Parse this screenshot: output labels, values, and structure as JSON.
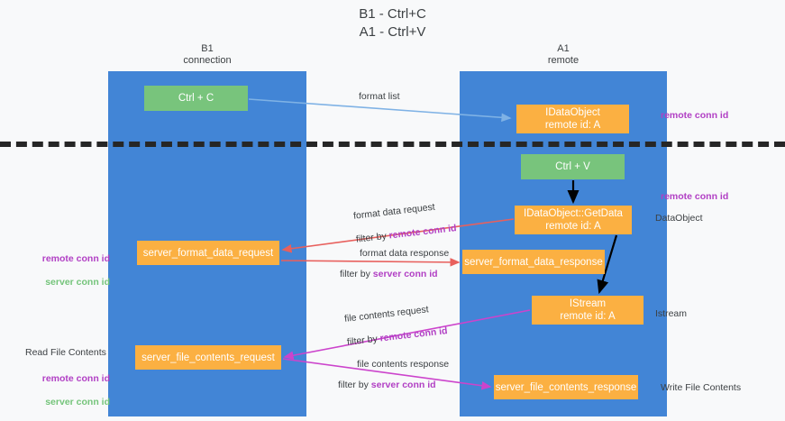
{
  "title": "B1 - Ctrl+C\nA1 - Ctrl+V",
  "columns": {
    "left": "B1\nconnection",
    "right": "A1\nremote"
  },
  "colors": {
    "lane": "#4285d6",
    "green_node": "#78c47c",
    "orange_node": "#fbb042",
    "purple_text": "#b13fc4",
    "green_text": "#74c47a",
    "red_arrow": "#e8605d",
    "magenta_arrow": "#cc44cc",
    "blue_arrow": "#7fb2e5",
    "black_arrow": "#000000",
    "divider": "#262626"
  },
  "nodes": {
    "ctrl_c": "Ctrl + C",
    "idataobject": "IDataObject\nremote id: A",
    "ctrl_v": "Ctrl + V",
    "getdata": "IDataObject::GetData\nremote id: A",
    "server_format_data_request": "server_format_data_request",
    "server_format_data_response": "server_format_data_response",
    "istream": "IStream\nremote id: A",
    "server_file_contents_request": "server_file_contents_request",
    "server_file_contents_response": "server_file_contents_response"
  },
  "arrow_labels": {
    "format_list": "format list",
    "format_data_request": "format data request",
    "format_data_request_filter_prefix": "filter by ",
    "format_data_request_filter_key": "remote conn id",
    "format_data_response": "format data response",
    "format_data_response_filter_prefix": "filter by ",
    "format_data_response_filter_key": "server conn id",
    "file_contents_request": "file contents request",
    "file_contents_request_filter_prefix": "filter by ",
    "file_contents_request_filter_key": "remote conn id",
    "file_contents_response": "file contents response",
    "file_contents_response_filter_prefix": "filter by ",
    "file_contents_response_filter_key": "server conn id"
  },
  "side_labels": {
    "right_remote_conn_id_top": "remote conn id",
    "right_remote_conn_id_mid": "remote conn id",
    "right_dataobject": "DataObject",
    "right_istream": "Istream",
    "right_write_file_contents": "Write File Contents",
    "left_read_file_contents": "Read File Contents",
    "left_remote_conn_id_mid": "remote conn id",
    "left_server_conn_id_mid": "server conn id",
    "left_remote_conn_id_low": "remote conn id",
    "left_server_conn_id_low": "server conn id"
  }
}
